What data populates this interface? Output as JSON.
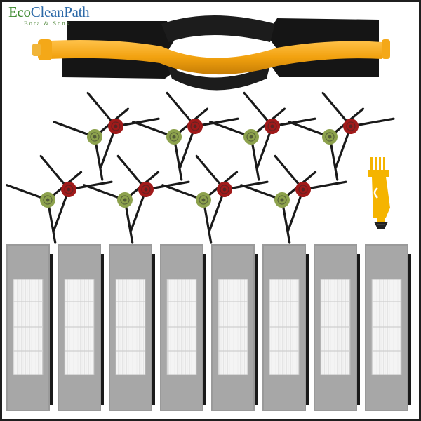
{
  "logo": {
    "name_part1": "Eco",
    "name_part2": "CleanPath",
    "tagline": "Bora & Sons"
  },
  "product": {
    "main_brush_count": 1,
    "side_brush_count": 16,
    "cleaning_tool_count": 1,
    "filter_count": 8
  },
  "colors": {
    "main_brush_core": "#f2a20f",
    "bristle": "#1a1a1a",
    "side_brush_green": "#8da24d",
    "side_brush_red": "#a01a1a",
    "filter_frame": "#9a9a9a",
    "filter_media": "#f3f3f3",
    "tool_yellow": "#f5b400"
  },
  "icons": [
    "main-brush-icon",
    "side-brush-icon",
    "cleaning-tool-icon",
    "hepa-filter-icon"
  ]
}
